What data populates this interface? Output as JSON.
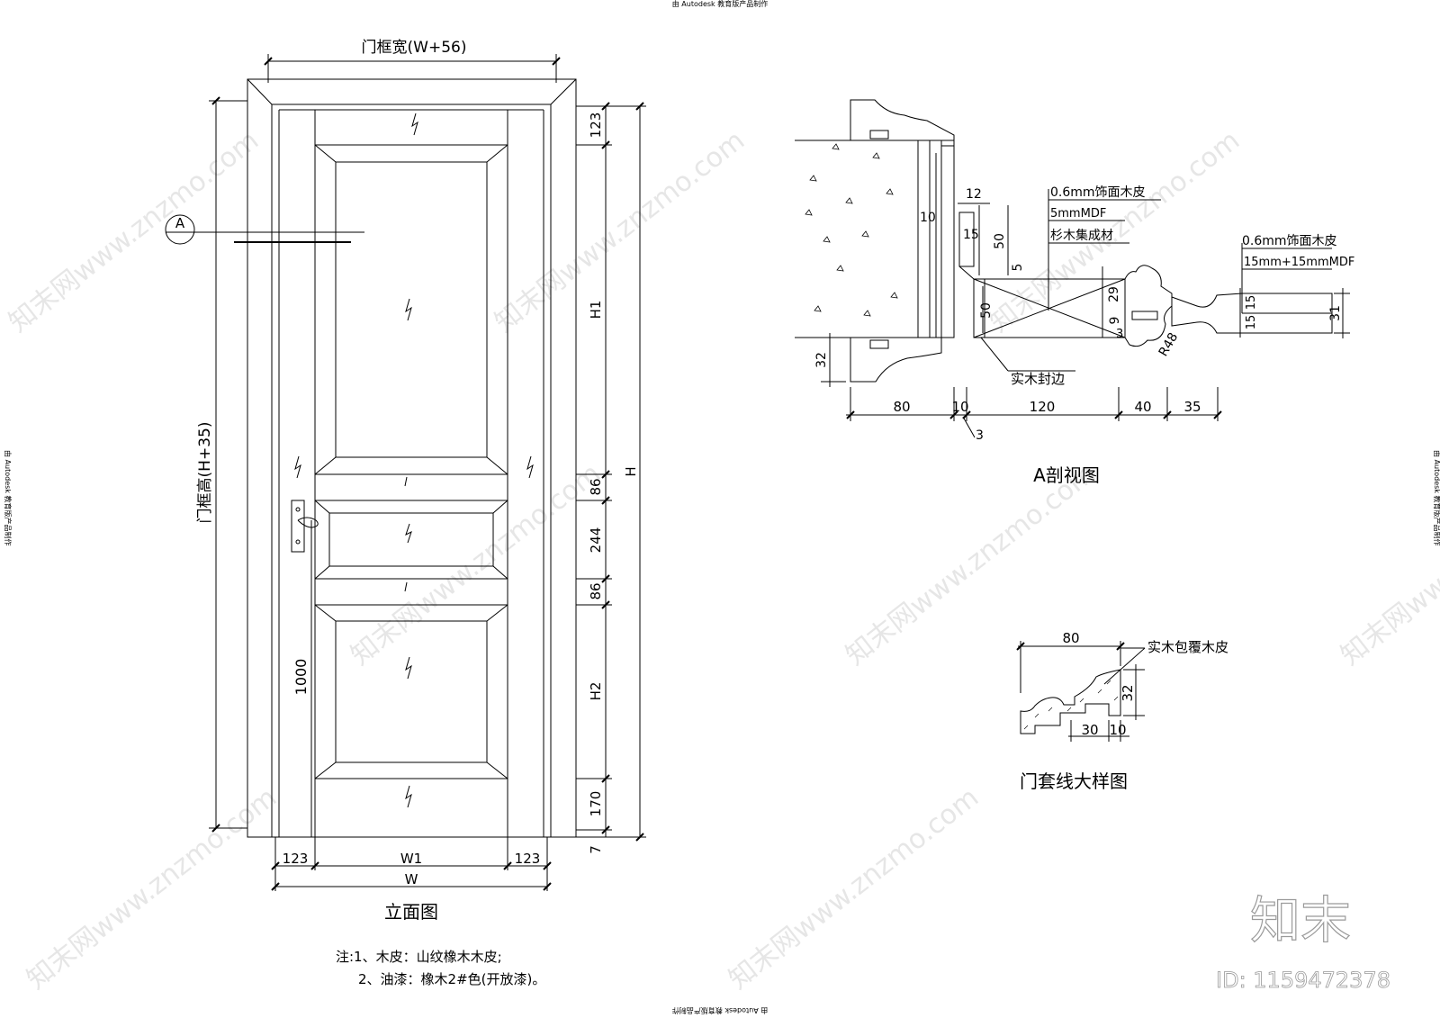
{
  "header_note": "由 Autodesk 教育版产品制作",
  "side_note": "由 Autodesk 教育版产品制作",
  "elevation": {
    "frame_width_label": "门框宽(W+56)",
    "frame_height_label": "门框高(H+35)",
    "section_marker": "A",
    "dims_right": [
      "123",
      "H1",
      "86",
      "244",
      "86",
      "H2",
      "170",
      "7"
    ],
    "total_height": "H",
    "handle_height": "1000",
    "bottom_dims": [
      "123",
      "W1",
      "123"
    ],
    "total_width": "W",
    "title": "立面图"
  },
  "notes": {
    "line1": "注:1、木皮：山纹橡木木皮;",
    "line2": "2、油漆：橡木2#色(开放漆)。"
  },
  "section": {
    "title": "A剖视图",
    "labels": [
      "0.6mm饰面木皮",
      "5mmMDF",
      "杉木集成材",
      "0.6mm饰面木皮",
      "15mm+15mmMDF",
      "实木封边"
    ],
    "dims": [
      "12",
      "10",
      "15",
      "50",
      "5",
      "29",
      "50",
      "9",
      "3",
      "R48",
      "15",
      "15",
      "31",
      "32"
    ],
    "bottom_dims": [
      "80",
      "10",
      "120",
      "40",
      "35",
      "3"
    ]
  },
  "casing": {
    "title": "门套线大样图",
    "label": "实木包覆木皮",
    "dims": [
      "80",
      "32",
      "30",
      "10"
    ]
  },
  "watermark": {
    "logo": "知末",
    "id": "ID: 1159472378",
    "text": "知末网www.znzmo.com"
  }
}
